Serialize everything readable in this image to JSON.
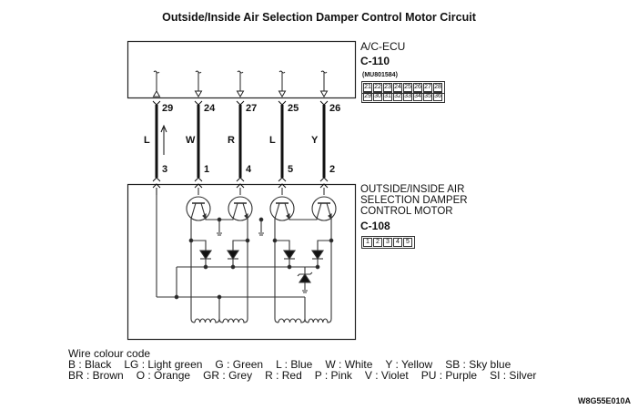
{
  "title": "Outside/Inside Air Selection Damper Control Motor Circuit",
  "ecu": {
    "name": "A/C-ECU",
    "connector": "C-110",
    "part_number": "(MU801584)",
    "connector_pins_row1": [
      "21",
      "22",
      "23",
      "24",
      "25",
      "26",
      "27",
      "28"
    ],
    "connector_pins_row2": [
      "29",
      "30",
      "31",
      "32",
      "33",
      "34",
      "35",
      "36"
    ]
  },
  "motor": {
    "name": "OUTSIDE/INSIDE AIR SELECTION DAMPER CONTROL MOTOR",
    "connector": "C-108",
    "connector_pins": [
      "1",
      "2",
      "3",
      "4",
      "5"
    ]
  },
  "wires": [
    {
      "ecu_pin": "29",
      "color_code": "L",
      "motor_pin": "3",
      "ecu_terminal": "input-triangle",
      "current_arrow": "up"
    },
    {
      "ecu_pin": "24",
      "color_code": "W",
      "motor_pin": "1",
      "ecu_terminal": "output-triangle"
    },
    {
      "ecu_pin": "27",
      "color_code": "R",
      "motor_pin": "4",
      "ecu_terminal": "output-triangle"
    },
    {
      "ecu_pin": "25",
      "color_code": "L",
      "motor_pin": "5",
      "ecu_terminal": "output-triangle"
    },
    {
      "ecu_pin": "26",
      "color_code": "Y",
      "motor_pin": "2",
      "ecu_terminal": "output-triangle"
    }
  ],
  "legend": {
    "title": "Wire colour code",
    "row1": [
      "B : Black",
      "LG : Light green",
      "G : Green",
      "L : Blue",
      "W : White",
      "Y : Yellow",
      "SB : Sky blue"
    ],
    "row2": [
      "BR : Brown",
      "O : Orange",
      "GR : Grey",
      "R : Red",
      "P : Pink",
      "V : Violet",
      "PU : Purple",
      "SI : Silver"
    ]
  },
  "figure_id": "W8G55E010A"
}
